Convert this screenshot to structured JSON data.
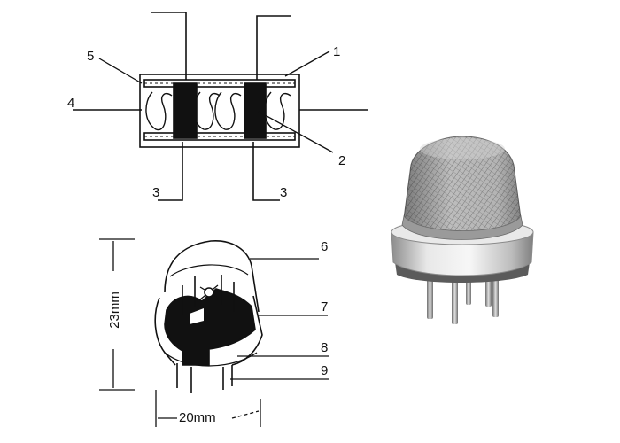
{
  "diagram": {
    "callouts": [
      "1",
      "2",
      "3",
      "3",
      "4",
      "5",
      "6",
      "7",
      "8",
      "9"
    ],
    "dimensions": {
      "height": "23mm",
      "width": "20mm"
    }
  },
  "colors": {
    "ink": "#111111",
    "mesh": "#b8b8b8",
    "metal_ring": "#d6d6d6"
  }
}
